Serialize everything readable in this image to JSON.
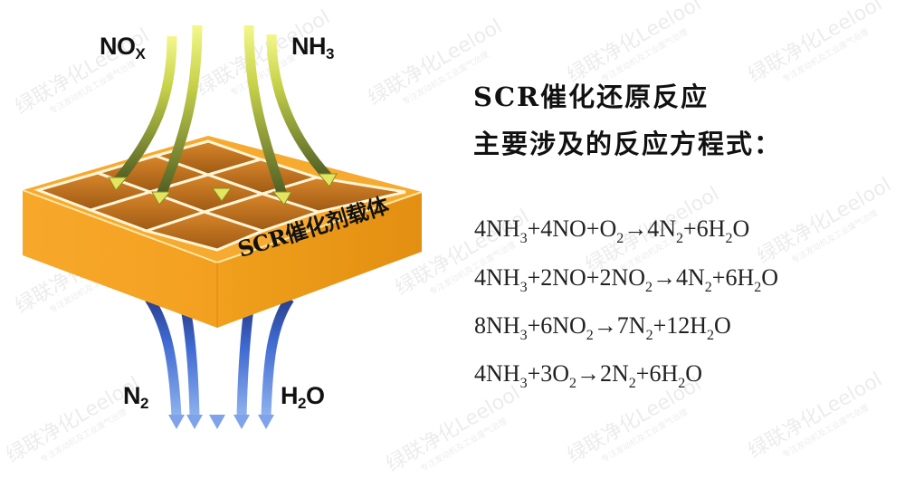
{
  "diagram": {
    "inputs": {
      "left_label": "NO",
      "left_sub": "X",
      "right_label": "NH",
      "right_sub": "3"
    },
    "outputs": {
      "left_label": "N",
      "left_sub": "2",
      "right_label_a": "H",
      "right_sub": "2",
      "right_label_b": "O"
    },
    "catalyst_label": "SCR催化剂载体",
    "colors": {
      "input_arrow_top": "#e8f07a",
      "input_arrow_bottom": "#5a6a2a",
      "output_arrow": "#4a7ad8",
      "catalyst_front": "#f5a623",
      "catalyst_side": "#e89415",
      "catalyst_cell": "#c8761c"
    }
  },
  "text_panel": {
    "title_line1": "SCR催化还原反应",
    "title_line2": "主要涉及的反应方程式：",
    "equations": [
      [
        [
          "4NH",
          ""
        ],
        [
          "3",
          "s"
        ],
        [
          "+4NO+O",
          ""
        ],
        [
          "2",
          "s"
        ],
        [
          "→4N",
          ""
        ],
        [
          "2",
          "s"
        ],
        [
          "+6H",
          ""
        ],
        [
          "2",
          "s"
        ],
        [
          "O",
          ""
        ]
      ],
      [
        [
          "4NH",
          ""
        ],
        [
          "3",
          "s"
        ],
        [
          "+2NO+2NO",
          ""
        ],
        [
          "2",
          "s"
        ],
        [
          "→4N",
          ""
        ],
        [
          "2",
          "s"
        ],
        [
          "+6H",
          ""
        ],
        [
          "2",
          "s"
        ],
        [
          "O",
          ""
        ]
      ],
      [
        [
          "8NH",
          ""
        ],
        [
          "3",
          "s"
        ],
        [
          "+6NO",
          ""
        ],
        [
          "2",
          "s"
        ],
        [
          "→7N",
          ""
        ],
        [
          "2",
          "s"
        ],
        [
          "+12H",
          ""
        ],
        [
          "2",
          "s"
        ],
        [
          "O",
          ""
        ]
      ],
      [
        [
          "4NH",
          ""
        ],
        [
          "3",
          "s"
        ],
        [
          "+3O",
          ""
        ],
        [
          "2",
          "s"
        ],
        [
          "→2N",
          ""
        ],
        [
          "2",
          "s"
        ],
        [
          "+6H",
          ""
        ],
        [
          "2",
          "s"
        ],
        [
          "O",
          ""
        ]
      ]
    ],
    "equations_plain": [
      "4NH3+4NO+O2→4N2+6H2O",
      "4NH3+2NO+2NO2→4N2+6H2O",
      "8NH3+6NO2→7N2+12H2O",
      "4NH3+3O2→2N2+6H2O"
    ]
  },
  "watermark": {
    "main": "绿联净化Leelool",
    "sub": "专注发动机及工业废气治理"
  }
}
